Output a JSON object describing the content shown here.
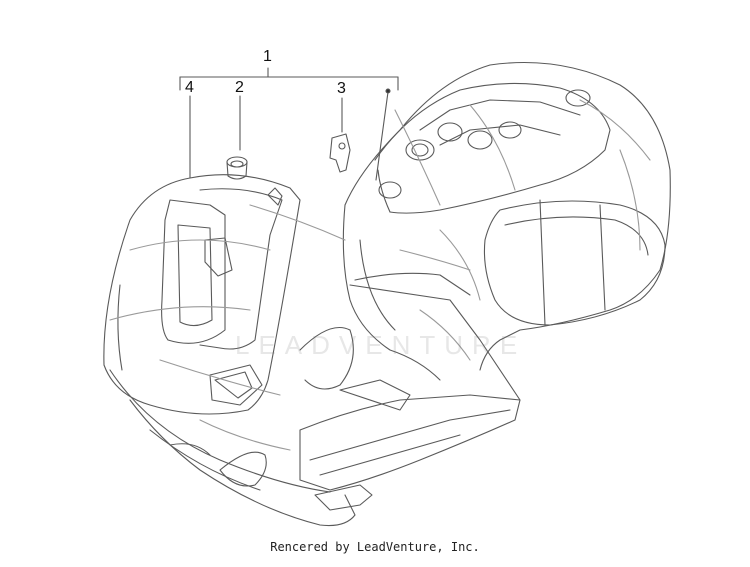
{
  "callouts": {
    "c1": "1",
    "c2": "2",
    "c3": "3",
    "c4": "4"
  },
  "watermark": "LEADVENTURE",
  "footer": "Rencered by LeadVenture, Inc.",
  "colors": {
    "line": "#5a5a5a",
    "light_line": "#9a9a9a",
    "background": "#ffffff"
  }
}
